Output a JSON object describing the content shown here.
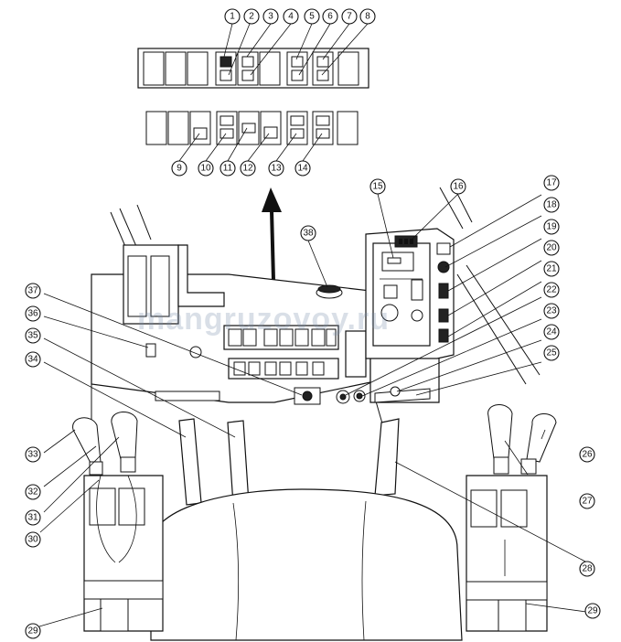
{
  "watermark": "mangruzovoy.ru",
  "callouts": [
    {
      "id": "c1",
      "label": "1"
    },
    {
      "id": "c2",
      "label": "2"
    },
    {
      "id": "c3",
      "label": "3"
    },
    {
      "id": "c4",
      "label": "4"
    },
    {
      "id": "c5",
      "label": "5"
    },
    {
      "id": "c6",
      "label": "6"
    },
    {
      "id": "c7",
      "label": "7"
    },
    {
      "id": "c8",
      "label": "8"
    },
    {
      "id": "c9",
      "label": "9"
    },
    {
      "id": "c10",
      "label": "10"
    },
    {
      "id": "c11",
      "label": "11"
    },
    {
      "id": "c12",
      "label": "12"
    },
    {
      "id": "c13",
      "label": "13"
    },
    {
      "id": "c14",
      "label": "14"
    },
    {
      "id": "c15",
      "label": "15"
    },
    {
      "id": "c16",
      "label": "16"
    },
    {
      "id": "c17",
      "label": "17"
    },
    {
      "id": "c18",
      "label": "18"
    },
    {
      "id": "c19",
      "label": "19"
    },
    {
      "id": "c20",
      "label": "20"
    },
    {
      "id": "c21",
      "label": "21"
    },
    {
      "id": "c22",
      "label": "22"
    },
    {
      "id": "c23",
      "label": "23"
    },
    {
      "id": "c24",
      "label": "24"
    },
    {
      "id": "c25",
      "label": "25"
    },
    {
      "id": "c26",
      "label": "26"
    },
    {
      "id": "c27",
      "label": "27"
    },
    {
      "id": "c28",
      "label": "28"
    },
    {
      "id": "c29a",
      "label": "29"
    },
    {
      "id": "c29b",
      "label": "29"
    },
    {
      "id": "c30",
      "label": "30"
    },
    {
      "id": "c31",
      "label": "31"
    },
    {
      "id": "c32",
      "label": "32"
    },
    {
      "id": "c33",
      "label": "33"
    },
    {
      "id": "c34",
      "label": "34"
    },
    {
      "id": "c35",
      "label": "35"
    },
    {
      "id": "c36",
      "label": "36"
    },
    {
      "id": "c37",
      "label": "37"
    },
    {
      "id": "c38",
      "label": "38"
    }
  ]
}
